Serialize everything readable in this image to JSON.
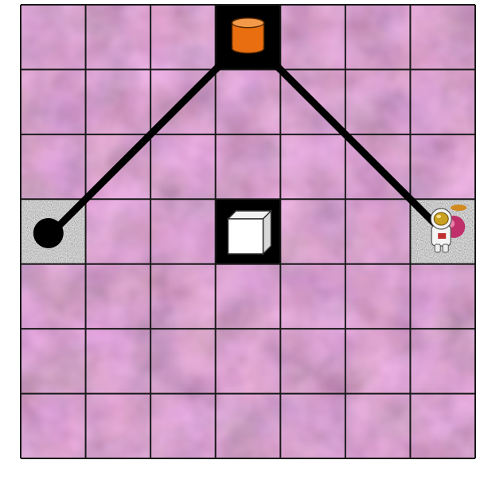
{
  "game": {
    "grid": {
      "rows": 7,
      "cols": 7
    },
    "floor_texture": "pink-plasma",
    "colors": {
      "floor_base": "#a2637f",
      "floor_light": "#e6a1c0",
      "floor_dark": "#5a4245",
      "grid_line": "#1a1a1a",
      "rock": "#6a6a6a",
      "dark_cell": "#000000",
      "path_line": "#000000",
      "goal_orange": "#e86e10",
      "cube_white": "#ffffff"
    },
    "path": [
      {
        "col": 0,
        "row": 3
      },
      {
        "col": 3,
        "row": 0
      },
      {
        "col": 6,
        "row": 3
      }
    ],
    "special_cells": [
      {
        "type": "goal-cylinder",
        "icon": "orange-cylinder-icon",
        "col": 3,
        "row": 0
      },
      {
        "type": "rock-hole",
        "icon": "black-hole-icon",
        "col": 0,
        "row": 3
      },
      {
        "type": "cube-block",
        "icon": "white-cube-icon",
        "col": 3,
        "row": 3
      },
      {
        "type": "agent",
        "icon": "astronaut-icon",
        "col": 6,
        "row": 3
      }
    ]
  }
}
